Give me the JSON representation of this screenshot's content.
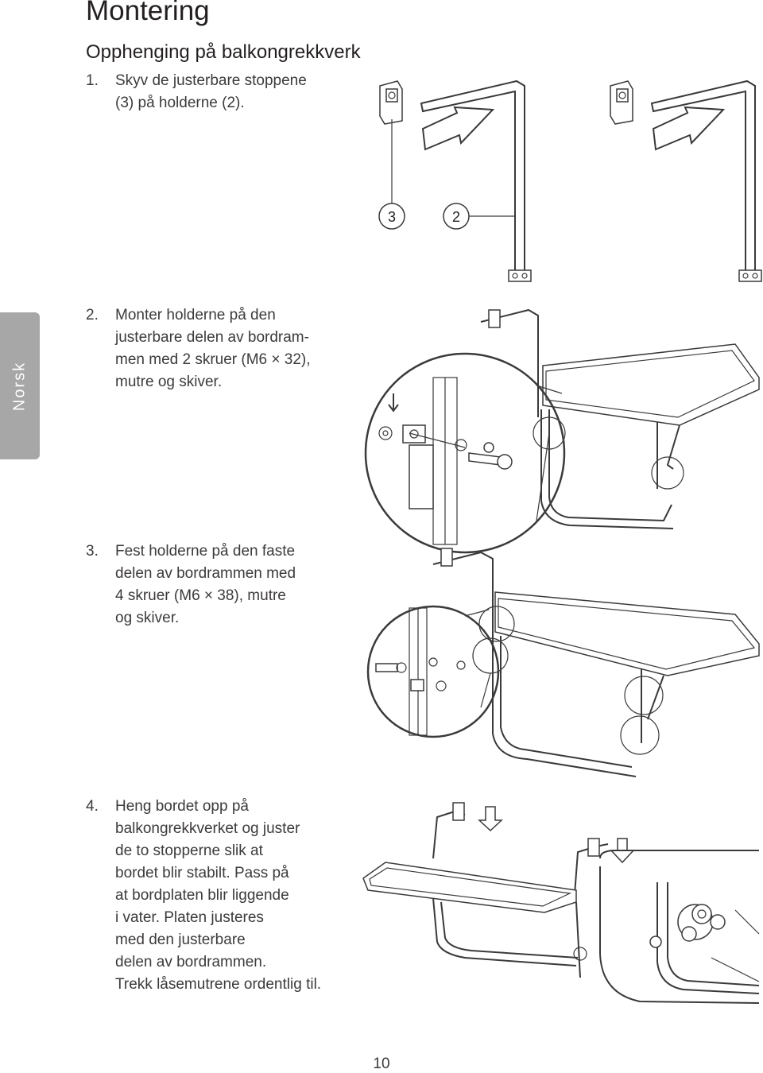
{
  "heading": {
    "title": "Montering",
    "subtitle": "Opphenging på balkongrekkverk"
  },
  "side_tab": {
    "label": "Norsk"
  },
  "steps": [
    {
      "num": "1.",
      "lines": [
        "Skyv de justerbare stoppene",
        "(3) på holderne (2)."
      ]
    },
    {
      "num": "2.",
      "lines": [
        "Monter holderne på den",
        "justerbare delen av bordram-",
        "men med 2 skruer (M6 × 32),",
        "mutre og skiver."
      ]
    },
    {
      "num": "3.",
      "lines": [
        "Fest holderne på den faste",
        "delen av bordrammen med",
        "4 skruer (M6 × 38), mutre",
        "og skiver."
      ]
    },
    {
      "num": "4.",
      "lines": [
        "Heng bordet opp på",
        "balkongrekkverket og juster",
        "de to stopperne slik at",
        "bordet blir stabilt. Pass på",
        "at bordplaten blir liggende",
        "i vater. Platen justeres",
        "med den justerbare",
        "delen av bordrammen.",
        "Trekk låsemutrene ordentlig til."
      ]
    }
  ],
  "callouts": {
    "stopper": "3",
    "holder": "2"
  },
  "page_number": "10"
}
